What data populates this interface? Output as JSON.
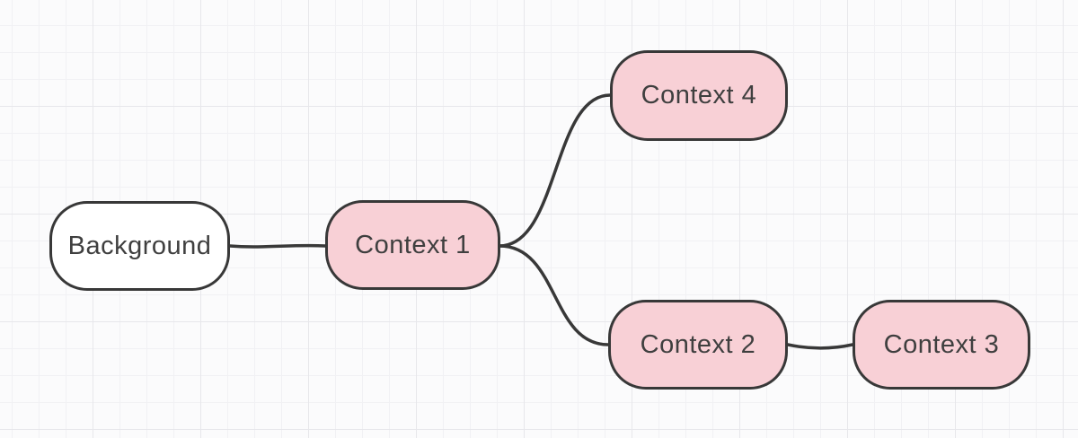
{
  "diagram": {
    "type": "mindmap",
    "nodes": [
      {
        "id": "background",
        "label": "Background",
        "fill": "#ffffff"
      },
      {
        "id": "context1",
        "label": "Context 1",
        "fill": "#f8d0d6"
      },
      {
        "id": "context4",
        "label": "Context 4",
        "fill": "#f8d0d6"
      },
      {
        "id": "context2",
        "label": "Context 2",
        "fill": "#f8d0d6"
      },
      {
        "id": "context3",
        "label": "Context 3",
        "fill": "#f8d0d6"
      }
    ],
    "edges": [
      {
        "from": "Background",
        "to": "Context 1"
      },
      {
        "from": "Context 1",
        "to": "Context 4"
      },
      {
        "from": "Context 1",
        "to": "Context 2"
      },
      {
        "from": "Context 2",
        "to": "Context 3"
      }
    ],
    "colors": {
      "stroke": "#383838",
      "node_fill_pink": "#f8d0d6",
      "node_fill_white": "#ffffff",
      "text": "#3f3f3f",
      "canvas_bg": "#fbfbfc",
      "grid_minor": "#f1f1f4",
      "grid_major": "#e7e7eb"
    }
  }
}
